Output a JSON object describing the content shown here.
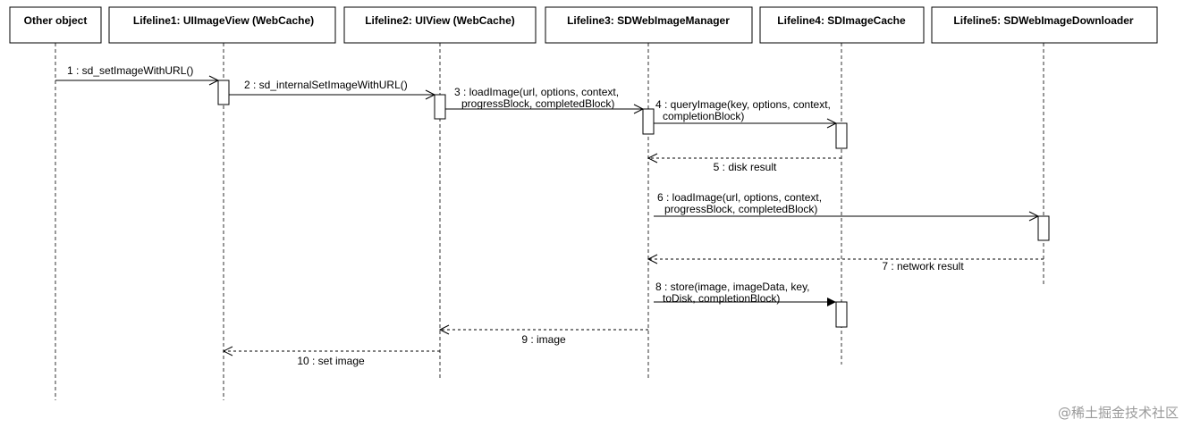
{
  "participants": [
    {
      "label": "Other object"
    },
    {
      "label": "Lifeline1: UIImageView (WebCache)"
    },
    {
      "label": "Lifeline2: UIView (WebCache)"
    },
    {
      "label": "Lifeline3: SDWebImageManager"
    },
    {
      "label": "Lifeline4: SDImageCache"
    },
    {
      "label": "Lifeline5: SDWebImageDownloader"
    }
  ],
  "messages": [
    {
      "lines": [
        "1 : sd_setImageWithURL()"
      ],
      "from": 0,
      "to": 1,
      "kind": "call"
    },
    {
      "lines": [
        "2 : sd_internalSetImageWithURL()"
      ],
      "from": 1,
      "to": 2,
      "kind": "call"
    },
    {
      "lines": [
        "3 : loadImage(url, options, context,",
        "progressBlock, completedBlock)"
      ],
      "from": 2,
      "to": 3,
      "kind": "call"
    },
    {
      "lines": [
        "4 : queryImage(key, options, context,",
        "completionBlock)"
      ],
      "from": 3,
      "to": 4,
      "kind": "call"
    },
    {
      "lines": [
        "5 : disk result"
      ],
      "from": 4,
      "to": 3,
      "kind": "return"
    },
    {
      "lines": [
        "6 : loadImage(url, options, context,",
        "progressBlock, completedBlock)"
      ],
      "from": 3,
      "to": 5,
      "kind": "call"
    },
    {
      "lines": [
        "7 : network result"
      ],
      "from": 5,
      "to": 3,
      "kind": "return"
    },
    {
      "lines": [
        "8 : store(image, imageData, key,",
        "toDisk, completionBlock)"
      ],
      "from": 3,
      "to": 4,
      "kind": "sync"
    },
    {
      "lines": [
        "9 : image"
      ],
      "from": 3,
      "to": 2,
      "kind": "return"
    },
    {
      "lines": [
        "10 : set image"
      ],
      "from": 2,
      "to": 1,
      "kind": "return"
    }
  ],
  "watermark": "@稀土掘金技术社区"
}
